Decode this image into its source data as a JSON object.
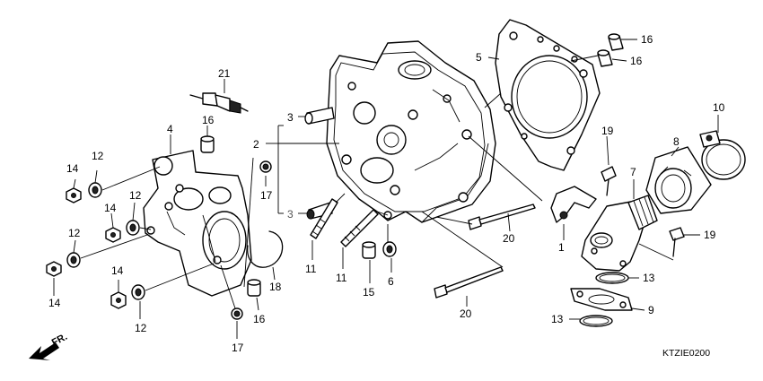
{
  "diagram": {
    "diagram_code": "KTZIE0200",
    "front_marker": "FR.",
    "callouts": {
      "c1": "1",
      "c2": "2",
      "c3a": "3",
      "c3b": "3",
      "c4": "4",
      "c5": "5",
      "c6": "6",
      "c7": "7",
      "c8": "8",
      "c9": "9",
      "c10": "10",
      "c11a": "11",
      "c11b": "11",
      "c12a": "12",
      "c12b": "12",
      "c12c": "12",
      "c12d": "12",
      "c13a": "13",
      "c13b": "13",
      "c14a": "14",
      "c14b": "14",
      "c14c": "14",
      "c14d": "14",
      "c15": "15",
      "c16a": "16",
      "c16b": "16",
      "c16c": "16",
      "c16d": "16",
      "c17a": "17",
      "c17b": "17",
      "c18": "18",
      "c19a": "19",
      "c19b": "19",
      "c20a": "20",
      "c20b": "20",
      "c21": "21"
    }
  }
}
